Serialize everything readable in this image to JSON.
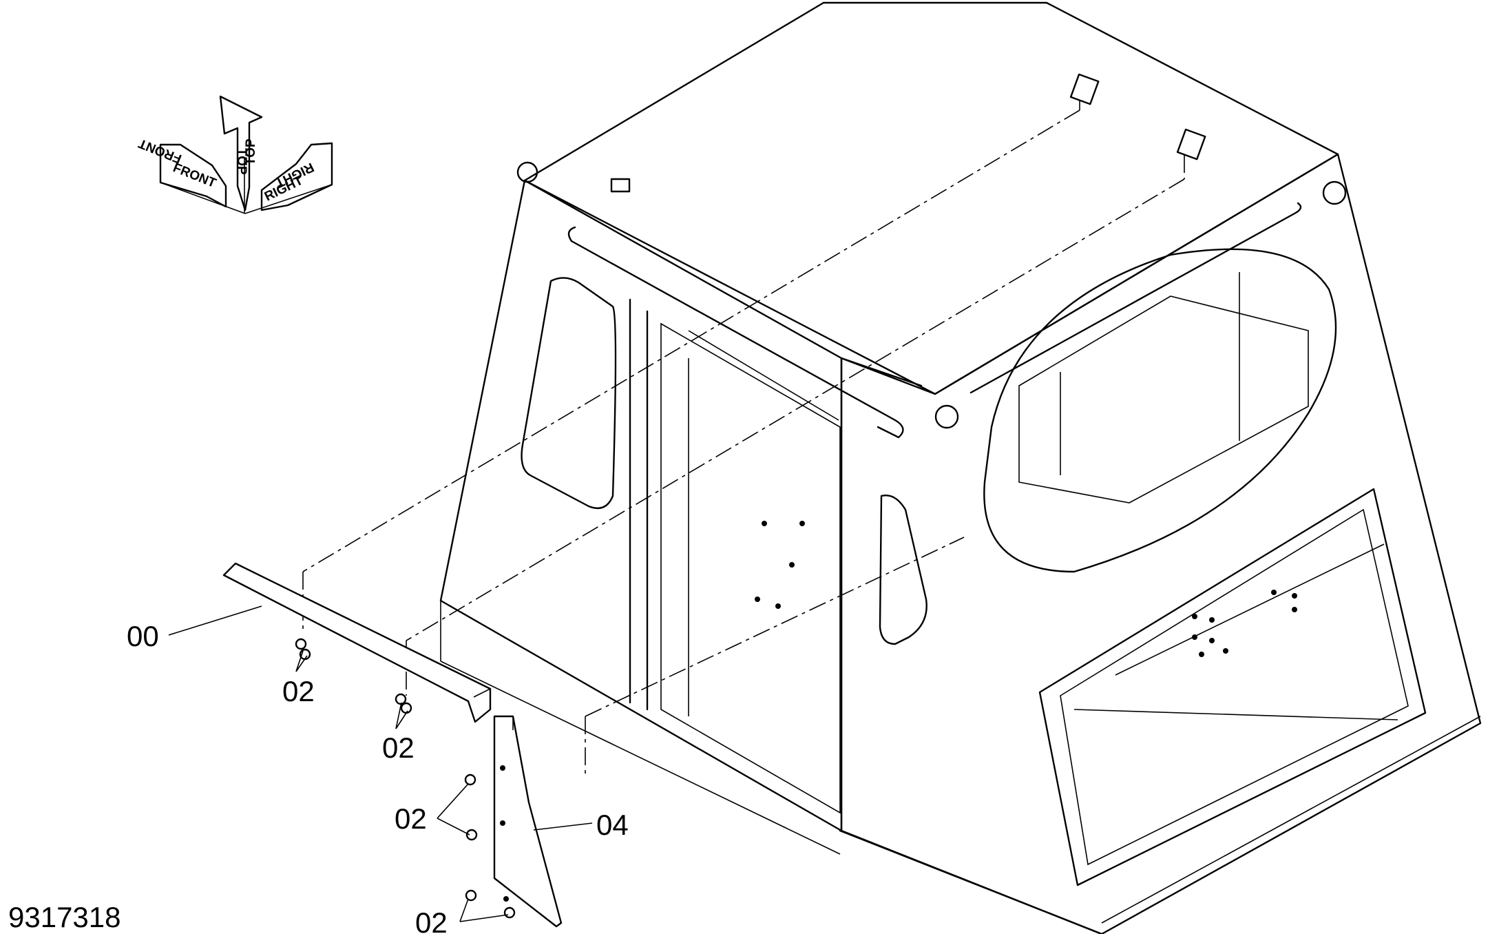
{
  "drawing": {
    "number": "9317318",
    "orientation": {
      "front": "FRONT",
      "top": "TOP",
      "right": "RIGHT"
    },
    "callouts": [
      {
        "id": "part-00",
        "label": "00"
      },
      {
        "id": "bolt-a",
        "label": "02"
      },
      {
        "id": "bolt-b",
        "label": "02"
      },
      {
        "id": "bolt-c",
        "label": "02"
      },
      {
        "id": "bolt-d",
        "label": "02"
      },
      {
        "id": "part-04",
        "label": "04"
      }
    ]
  }
}
